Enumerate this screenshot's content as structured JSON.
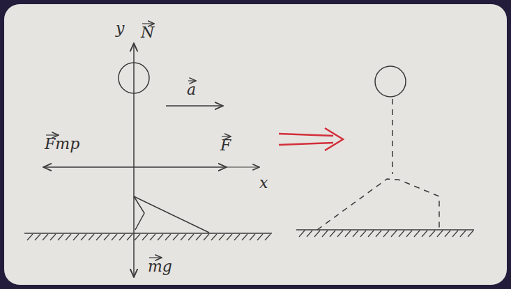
{
  "diagram": {
    "labels": [
      "y",
      "N",
      "a",
      "Fтр",
      "F",
      "x",
      "mg"
    ]
  }
}
